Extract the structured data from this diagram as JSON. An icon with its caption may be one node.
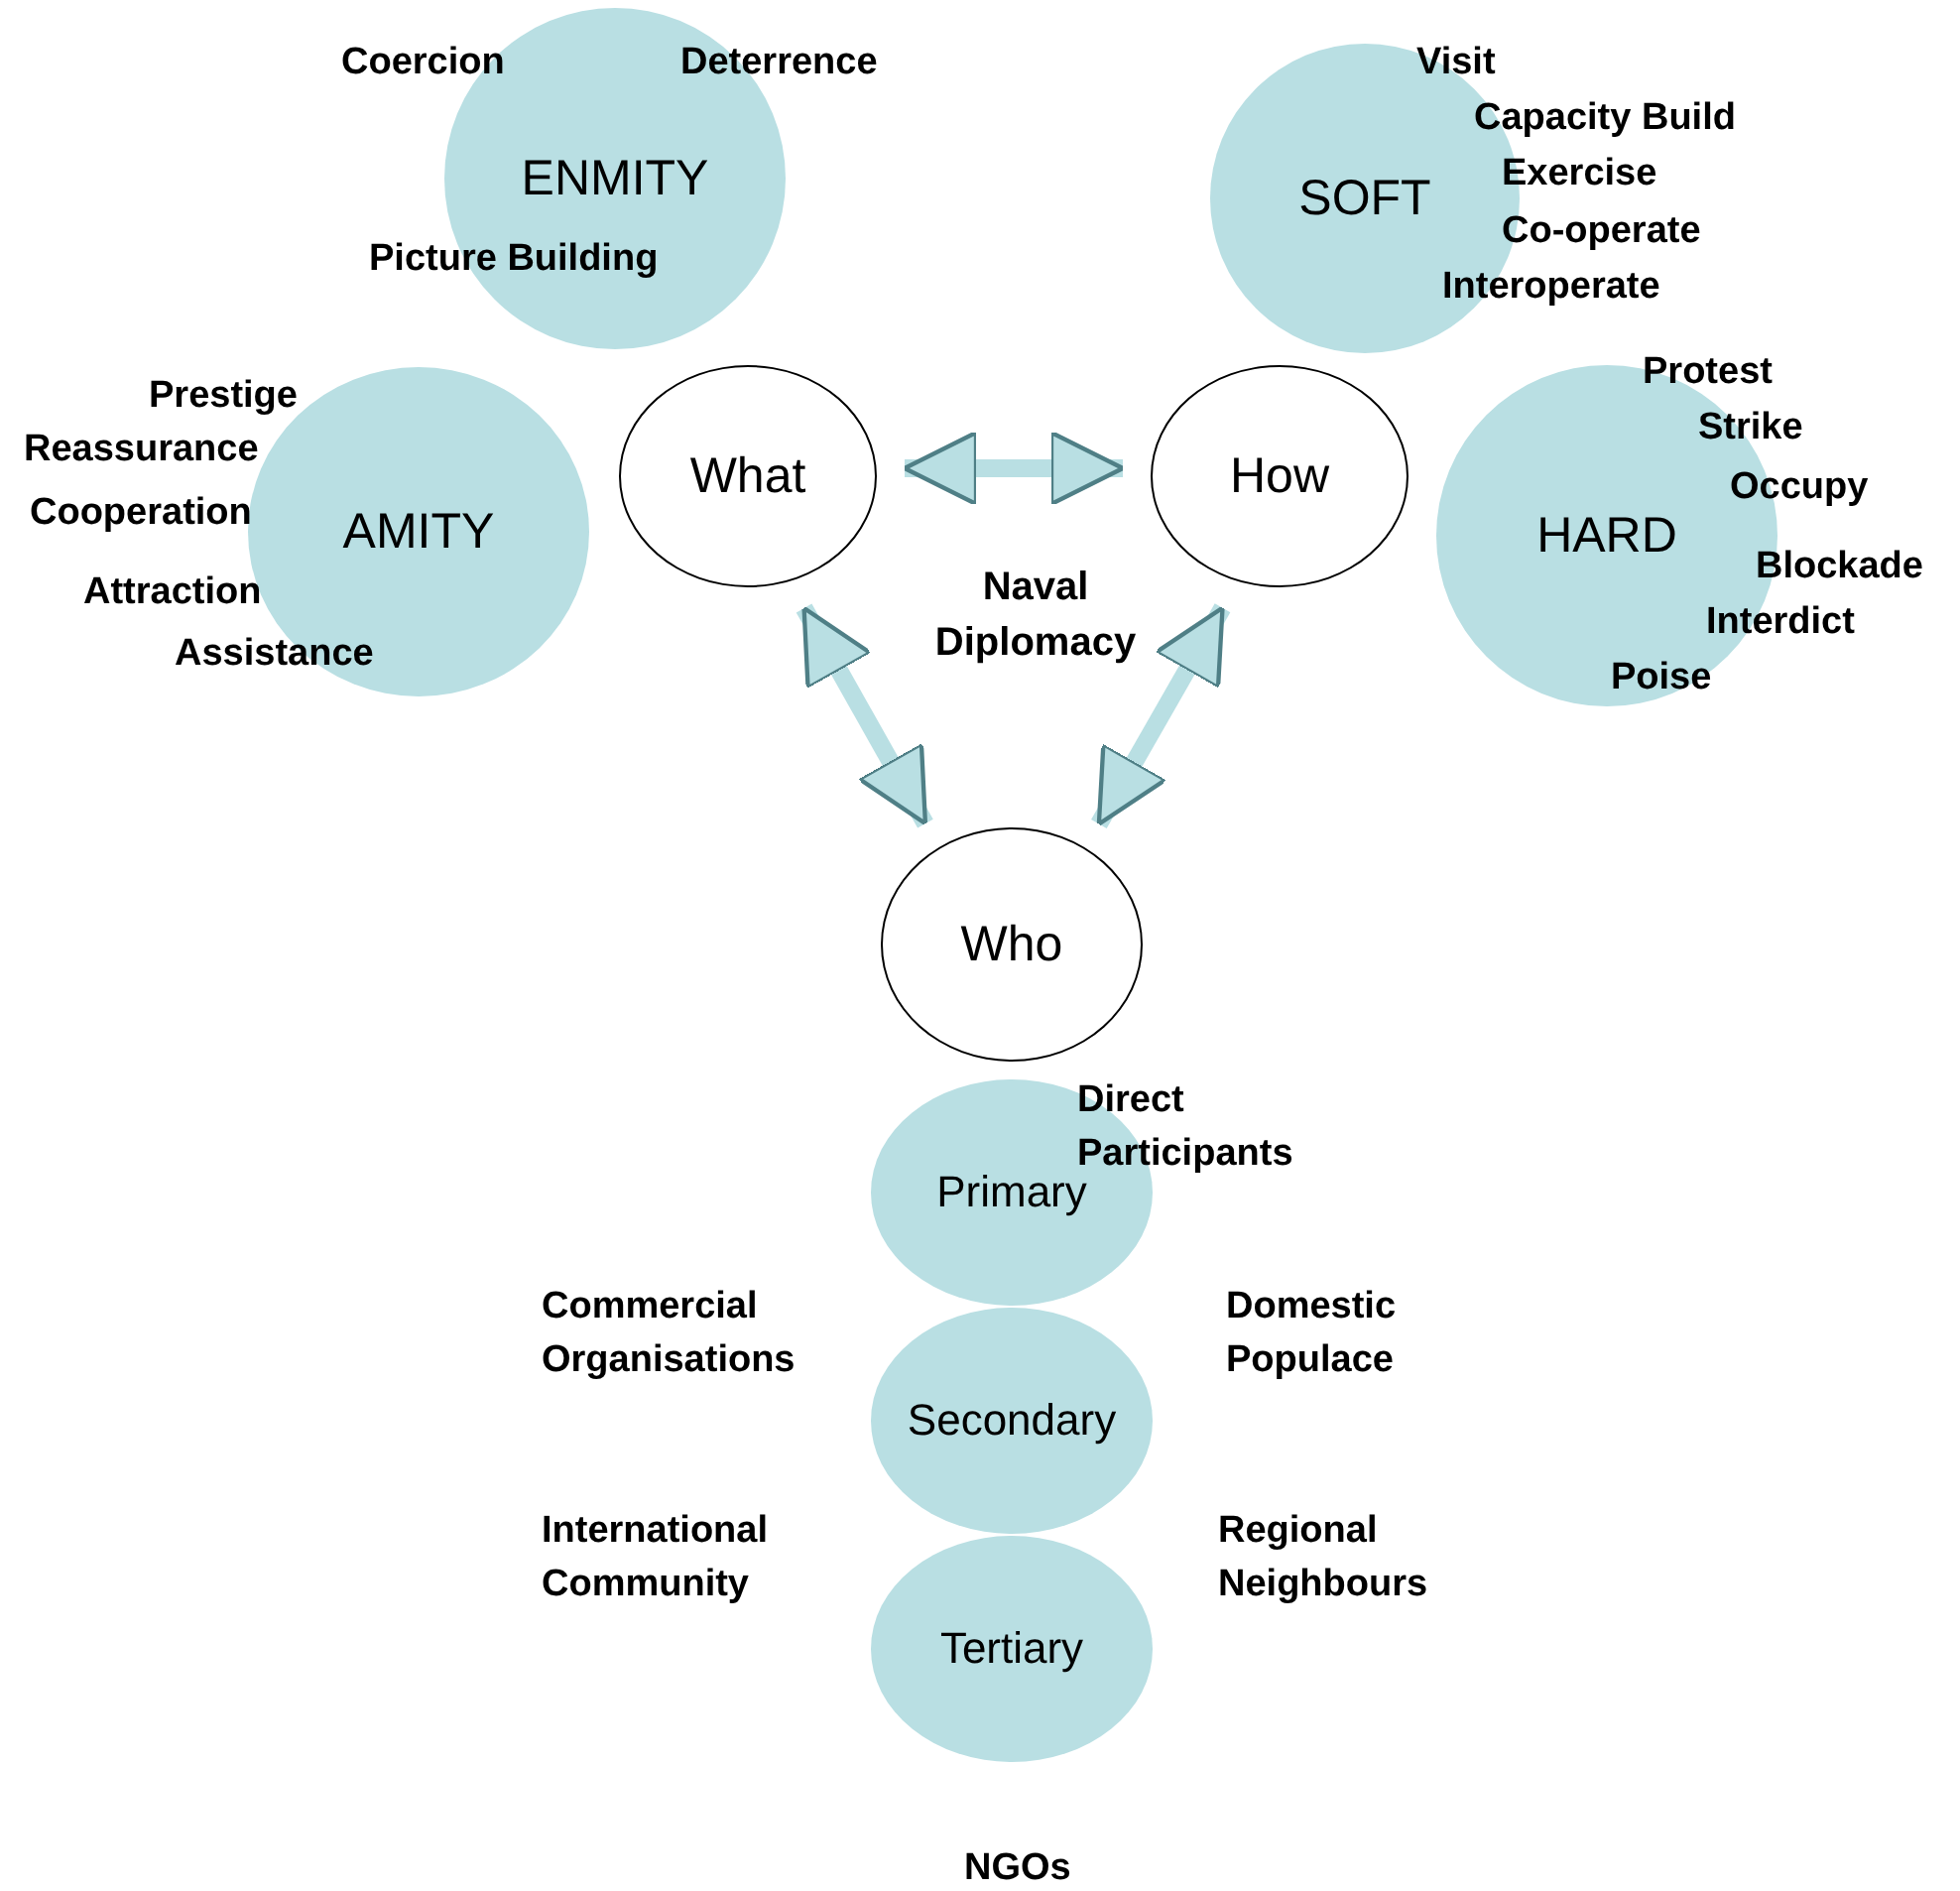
{
  "diagram": {
    "nodes": [
      {
        "text": [
          "Deterrence",
          "ENMITY",
          "Picture Building"
        ],
        "beside": [
          "Coercion"
        ]
      },
      {
        "text": [
          "Visit",
          "SOFT"
        ],
        "beside": [
          "Capacity Build",
          "Exercise",
          "Co-operate",
          "Interoperate"
        ]
      },
      {
        "text": [
          "AMITY",
          "Assistance"
        ],
        "beside": [
          "Prestige",
          "Reassurance",
          "Cooperation",
          "Attraction"
        ]
      },
      {
        "text": [
          "What"
        ]
      },
      {
        "text": [
          "How"
        ]
      },
      {
        "text": [
          "Protest",
          "Strike",
          "HARD",
          "Poise"
        ],
        "beside": [
          "Occupy",
          "Blockade",
          "Interdict"
        ]
      },
      {
        "text": [
          "Who"
        ]
      },
      {
        "text": [
          "Primary"
        ],
        "beside": [
          "Direct Participants"
        ]
      },
      {
        "text": [
          "Secondary"
        ],
        "beside": [
          "Commercial Organisations",
          "Domestic Populace"
        ]
      },
      {
        "text": [
          "Tertiary"
        ],
        "beside": [
          "International Community",
          "Regional Neighbours",
          "NGOs"
        ]
      }
    ],
    "edges": [
      {
        "from": 3,
        "to": 4,
        "arrow": "both"
      },
      {
        "from": 3,
        "to": 6,
        "arrow": "both"
      },
      {
        "from": 4,
        "to": 6,
        "arrow": "both"
      }
    ],
    "labels": [
      "Naval Diplomacy"
    ]
  }
}
